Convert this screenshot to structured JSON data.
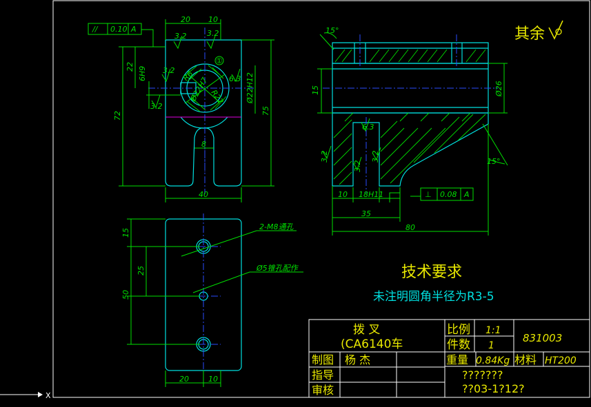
{
  "drawing": {
    "finish_note": "其余",
    "tech_title": "技术要求",
    "tech_note": "未注明圆角半径为R3-5",
    "front_view": {
      "dims": {
        "top_left": "20",
        "top_right": "10",
        "height_72": "72",
        "h_22": "22",
        "fit_6h9": "6H9",
        "rough_32_a": "3.2",
        "rough_32_b": "3.2",
        "rough_32_c": "3.2",
        "rough_32_d": "3.2",
        "rough_63": "6.3",
        "r6": "R6",
        "dia_22h7": "Ø22H7",
        "r22": "R22",
        "dia_22h12": "Ø22H12",
        "height_75": "75",
        "width_8": "8",
        "width_40": "40",
        "circle_mark": "①"
      },
      "tolerance_frame": {
        "symbol": "//",
        "value": "0.10",
        "datum": "A"
      }
    },
    "side_view": {
      "dims": {
        "chamfer_top": "15°",
        "chamfer_bottom": "15°",
        "dia_26": "Ø26",
        "h_15": "15",
        "rough_63": "6.3",
        "rough_32_a": "3.2",
        "rough_32_b": "3.2",
        "rough_32_c": "3.2",
        "w_10": "10",
        "w_18h11": "18H11",
        "w_35": "35",
        "w_80": "80"
      },
      "tolerance_frame": {
        "symbol": "⊥",
        "value": "0.08",
        "datum": "A"
      }
    },
    "bottom_view": {
      "dims": {
        "d15": "15",
        "d25": "25",
        "d50": "50",
        "w20": "20",
        "w10": "10"
      },
      "labels": {
        "hole_note": "2-M8通孔",
        "taper_note": "Ø5锥孔配作"
      }
    }
  },
  "title_block": {
    "part_name": "拨  叉",
    "model": "(CA6140车",
    "scale_label": "比例",
    "scale_value": "1:1",
    "qty_label": "件数",
    "qty_value": "1",
    "drawing_no": "831003",
    "weight_label": "重量",
    "weight_value": "0.84Kg",
    "material_label": "材料",
    "material_value": "HT200",
    "drawn_label": "制图",
    "drawn_name": "杨  杰",
    "guide_label": "指导",
    "check_label": "审核",
    "info_line1": "???????",
    "info_line2": "??03-1?12?"
  },
  "colors": {
    "line": "#00e000",
    "outline": "#00e0e0",
    "center": "#2a4cff",
    "text": "#e8e800",
    "accent": "#e000e0"
  }
}
